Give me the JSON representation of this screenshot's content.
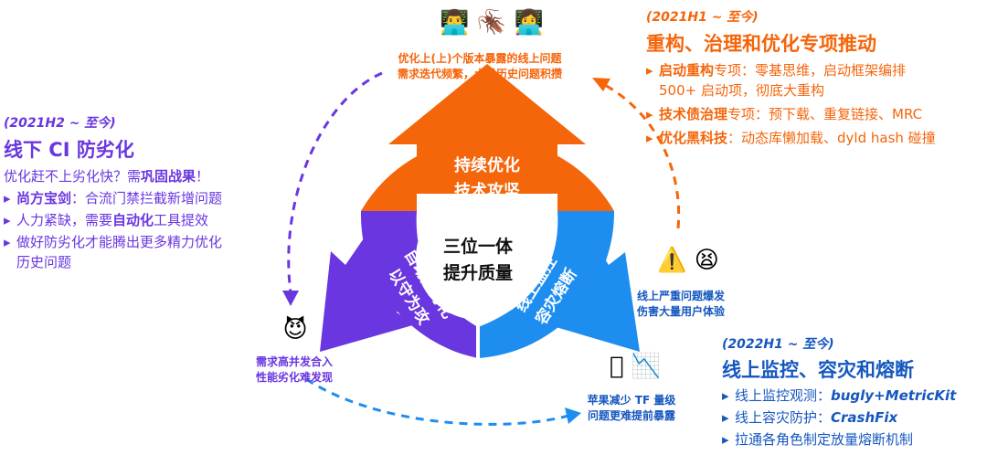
{
  "colors": {
    "orange": "#f5650a",
    "purple": "#6a36e0",
    "blue": "#1e8df0",
    "dark_blue": "#1557c0",
    "text": "#222222"
  },
  "cycle": {
    "center_line1": "三位一体",
    "center_line2": "提升质量",
    "top_line1": "持续优化",
    "top_line2": "技术攻坚",
    "left_line1": "自动防劣化",
    "left_line2": "以守为攻",
    "right_line1": "线上监控",
    "right_line2": "容灾熔断"
  },
  "top_caption": {
    "line1": "优化上(上)个版本暴露的线上问题",
    "line2": "需求迭代频繁，大量历史问题积攒",
    "icons": [
      "man-technologist-icon",
      "cockroach-icon",
      "woman-technologist-icon"
    ]
  },
  "right_caption": {
    "line1": "线上严重问题爆发",
    "line2": "伤害大量用户体验",
    "icons": [
      "warning-icon",
      "tired-face-icon"
    ]
  },
  "bottom_caption": {
    "line1": "苹果减少 TF 量级",
    "line2": "问题更难提前暴露",
    "icons": [
      "apple-logo-icon",
      "chart-decreasing-icon"
    ]
  },
  "left_caption": {
    "line1": "需求高并发合入",
    "line2": "性能劣化难发现",
    "icons": [
      "smiling-devil-icon"
    ]
  },
  "panel_top_right": {
    "period": "(2021H1 ~ 至今)",
    "title": "重构、治理和优化专项推动",
    "items": [
      {
        "bold": "启动重构",
        "text": "专项：零基思维，启动框架编排"
      },
      {
        "bold": "",
        "text": "500+ 启动项，彻底大重构"
      },
      {
        "bold": "技术债治理",
        "text": "专项：预下载、重复链接、MRC"
      },
      {
        "bold": "优化黑科技",
        "text": "：动态库懒加载、dyld hash 碰撞"
      }
    ]
  },
  "panel_left": {
    "period": "(2021H2 ~ 至今)",
    "title": "线下 CI 防劣化",
    "subtitle_pre": "优化赶不上劣化快？需",
    "subtitle_bold": "巩固战果",
    "subtitle_post": "！",
    "items": [
      {
        "pre": "",
        "bold": "尚方宝剑",
        "post": "：合流门禁拦截新增问题"
      },
      {
        "pre": "人力紧缺，需要",
        "bold": "自动化",
        "post": "工具提效"
      },
      {
        "pre": "做好防劣化才能腾出更多精力优化",
        "bold": "",
        "post": ""
      },
      {
        "pre": "历史问题",
        "bold": "",
        "post": ""
      }
    ]
  },
  "panel_bottom_right": {
    "period": "(2022H1 ~ 至今)",
    "title": "线上监控、容灾和熔断",
    "items": [
      {
        "pre": "线上监控观测：",
        "bold": "bugly+MetricKit"
      },
      {
        "pre": "线上容灾防护：",
        "bold": "CrashFix"
      },
      {
        "pre": "拉通各角色制定放量熔断机制",
        "bold": ""
      }
    ]
  }
}
